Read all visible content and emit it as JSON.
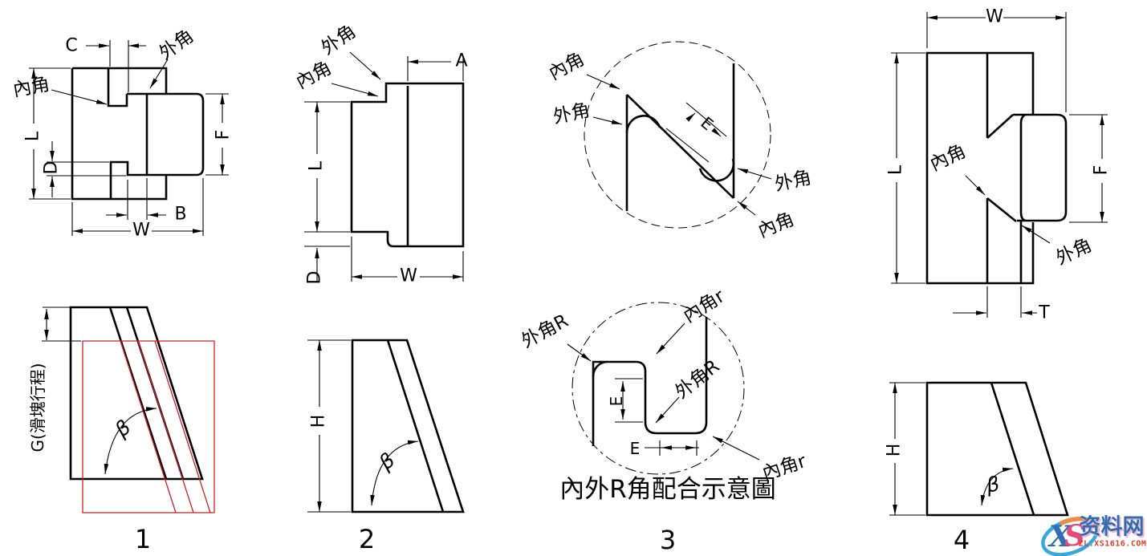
{
  "colors": {
    "line": "#000000",
    "red_overlay": "#cf2020",
    "watermark_blue": "#2f6db5",
    "watermark_cyan": "#35a8dd",
    "watermark_orange": "#f08a4b",
    "watermark_pink": "#e8487c",
    "watermark_red": "#e23d2e"
  },
  "fig1": {
    "number": "1",
    "top": {
      "label_outer": "外角",
      "label_inner": "內角",
      "dim_c": "C",
      "dim_l": "L",
      "dim_d": "D",
      "dim_b": "B",
      "dim_w": "W",
      "dim_f": "F"
    },
    "bottom": {
      "label_g": "G(滑塊行程)",
      "angle": "β"
    }
  },
  "fig2": {
    "number": "2",
    "top": {
      "label_outer": "外角",
      "label_inner": "內角",
      "dim_a": "A",
      "dim_l": "L",
      "dim_d": "D",
      "dim_w": "W"
    },
    "bottom": {
      "dim_h": "H",
      "angle": "β"
    }
  },
  "fig3": {
    "number": "3",
    "top": {
      "label_inner_tl": "內角",
      "label_outer_l": "外角",
      "label_outer_r": "外角",
      "label_inner_br": "內角",
      "dim_e": "E"
    },
    "bottom": {
      "label_outer_r_tl": "外角R",
      "label_inner_r_t": "內角r",
      "label_outer_r_m": "外角R",
      "label_inner_r_b": "內角r",
      "dim_e_v": "E",
      "dim_e_h": "E",
      "caption": "內外R角配合示意圖"
    }
  },
  "fig4": {
    "number": "4",
    "top": {
      "label_inner": "內角",
      "label_outer": "外角",
      "dim_w": "W",
      "dim_l": "L",
      "dim_f": "F",
      "dim_t": "T"
    },
    "bottom": {
      "dim_h": "H",
      "angle": "β"
    }
  },
  "watermark": {
    "x": "X",
    "s": "S",
    "site": "资料网",
    "url": "ZL.XS1616.COM"
  }
}
